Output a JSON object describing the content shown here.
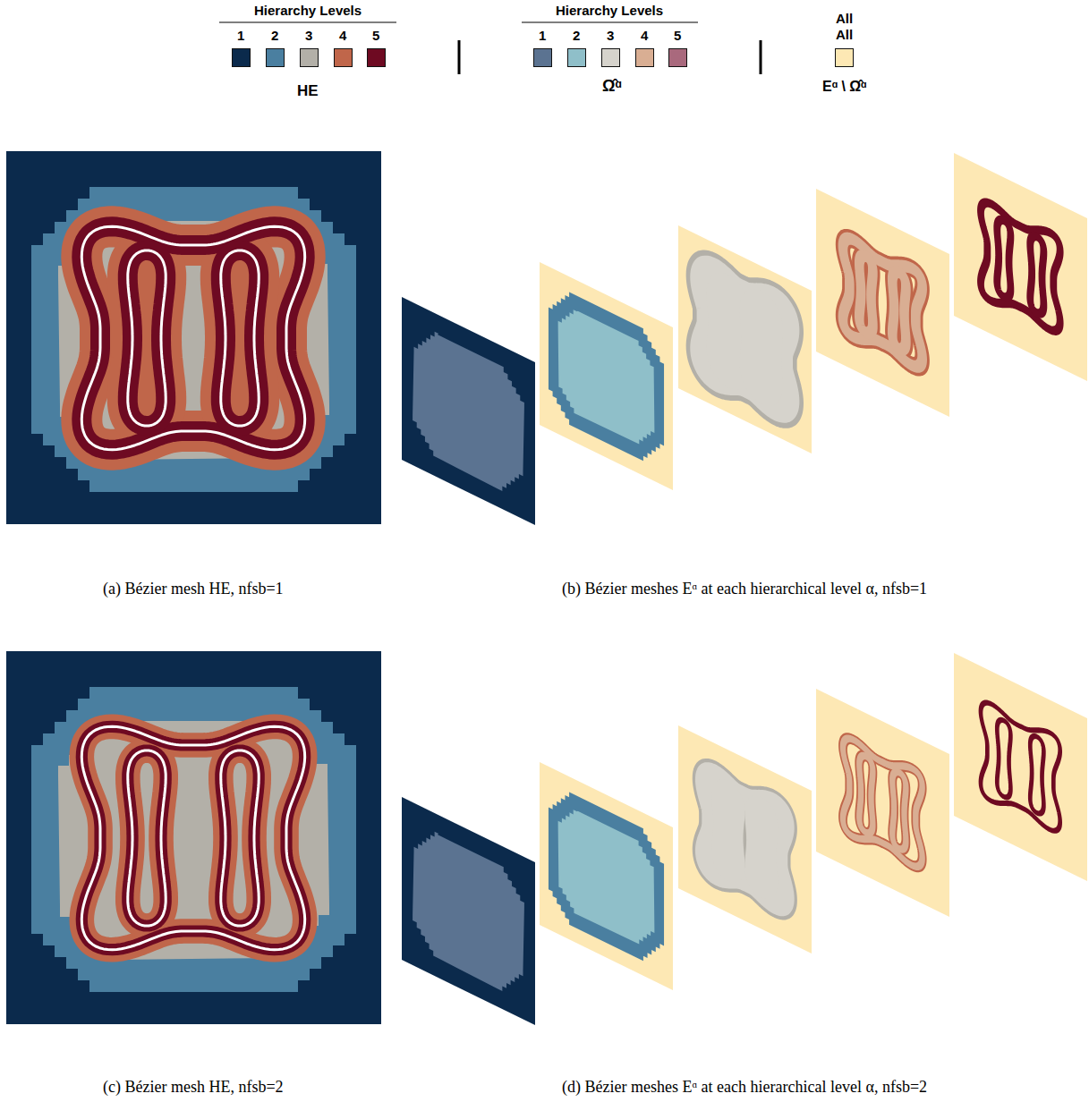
{
  "diagram": {
    "labels": [
      "Hierarchy Levels",
      "HE",
      "Hierarchy Levels",
      "Ω̂ᵅ",
      "All",
      "Eᵅ \\ Ω̂ᵅ",
      "(a) Bézier mesh HE, nfsb=1",
      "(b) Bézier meshes Eᵅ at each hierarchical level α, nfsb=1",
      "(c) Bézier mesh HE, nfsb=2",
      "(d) Bézier meshes Eᵅ at each hierarchical level α, nfsb=2"
    ],
    "legend": [
      {
        "text": "1",
        "color": "#0b2a4c"
      },
      {
        "text": "2",
        "color": "#4a7fa0"
      },
      {
        "text": "3",
        "color": "#b3b0a8"
      },
      {
        "text": "4",
        "color": "#c0664a"
      },
      {
        "text": "5",
        "color": "#6e0a22"
      },
      {
        "text": "1",
        "color": "#5b7391"
      },
      {
        "text": "2",
        "color": "#8fbfc9"
      },
      {
        "text": "3",
        "color": "#d6d3cc"
      },
      {
        "text": "4",
        "color": "#d9ae93"
      },
      {
        "text": "5",
        "color": "#a9697d"
      },
      {
        "text": "All",
        "color": "#fde8b4"
      }
    ]
  }
}
